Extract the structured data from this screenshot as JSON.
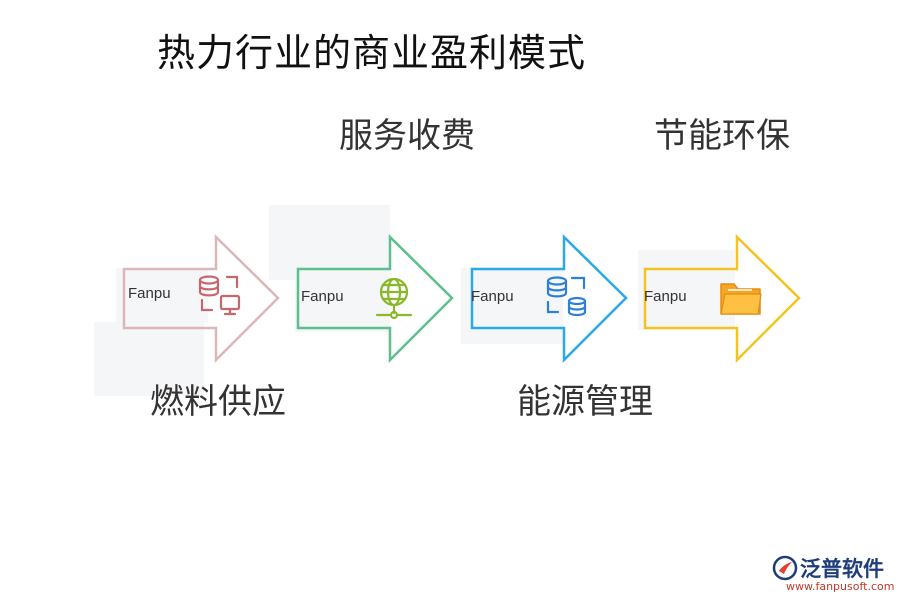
{
  "title": "热力行业的商业盈利模式",
  "stages": [
    {
      "label": "燃料供应",
      "watermark": "Fanpu",
      "icon": "database-computer-icon",
      "color": "#dcb7b7"
    },
    {
      "label": "服务收费",
      "watermark": "Fanpu",
      "icon": "globe-network-icon",
      "color": "#5dbf8c"
    },
    {
      "label": "能源管理",
      "watermark": "Fanpu",
      "icon": "database-sync-icon",
      "color": "#2aa9e8"
    },
    {
      "label": "节能环保",
      "watermark": "Fanpu",
      "icon": "folder-icon",
      "color": "#f2c41f"
    }
  ],
  "brand": {
    "name": "泛普软件",
    "url": "www.fanpusoft.com"
  }
}
